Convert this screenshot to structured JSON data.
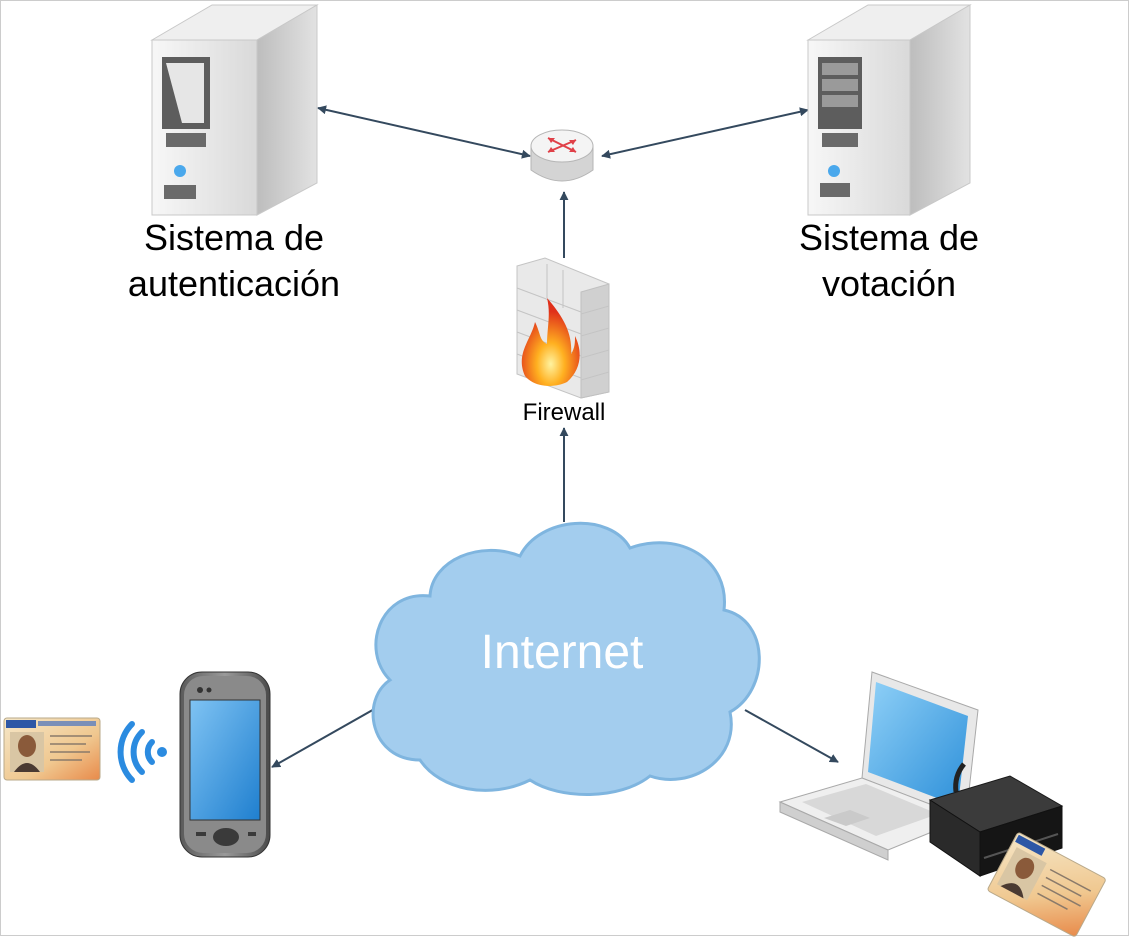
{
  "nodes": {
    "auth_server": {
      "label_line1": "Sistema de",
      "label_line2": "autenticación"
    },
    "vote_server": {
      "label_line1": "Sistema de",
      "label_line2": "votación"
    },
    "firewall": {
      "label": "Firewall"
    },
    "internet": {
      "label": "Internet"
    },
    "router": {},
    "smartphone": {},
    "laptop": {},
    "card_reader": {},
    "id_card_nfc": {},
    "id_card_reader": {}
  },
  "edges": [
    {
      "from": "router",
      "to": "auth_server",
      "arrow": "both"
    },
    {
      "from": "router",
      "to": "vote_server",
      "arrow": "both"
    },
    {
      "from": "firewall",
      "to": "router",
      "arrow": "end"
    },
    {
      "from": "internet",
      "to": "firewall",
      "arrow": "end"
    },
    {
      "from": "internet",
      "to": "smartphone",
      "arrow": "end"
    },
    {
      "from": "internet",
      "to": "laptop",
      "arrow": "end"
    }
  ],
  "colors": {
    "arrow": "#34495e",
    "cloud": "#a3cdee",
    "cloud_text": "#ffffff",
    "border": "#cccccc"
  }
}
